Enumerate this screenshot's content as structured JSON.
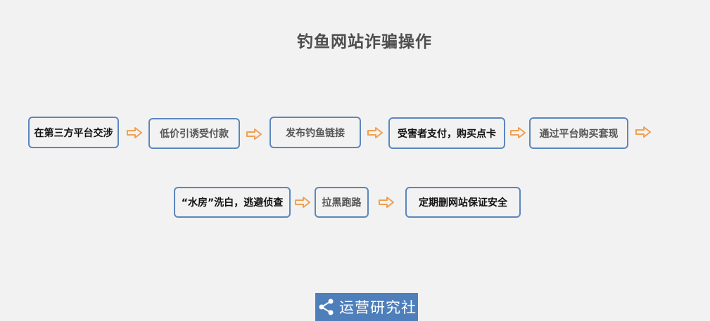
{
  "title": "钓鱼网站诈骗操作",
  "steps": {
    "s1": "在第三方平台交涉",
    "s2": "低价引诱受付款",
    "s3": "发布钓鱼链接",
    "s4": "受害者支付，购买点卡",
    "s5": "通过平台购买套现",
    "s6": "“水房”洗白，逃避侦查",
    "s7": "拉黑跑路",
    "s8": "定期删网站保证安全"
  },
  "logo": {
    "text": "运营研究社",
    "icon": "share-icon"
  },
  "colors": {
    "box_border": "#5b86bd",
    "arrow": "#f0a050",
    "title": "#4d4d4d",
    "logo_bg": "#4e7fbb"
  }
}
